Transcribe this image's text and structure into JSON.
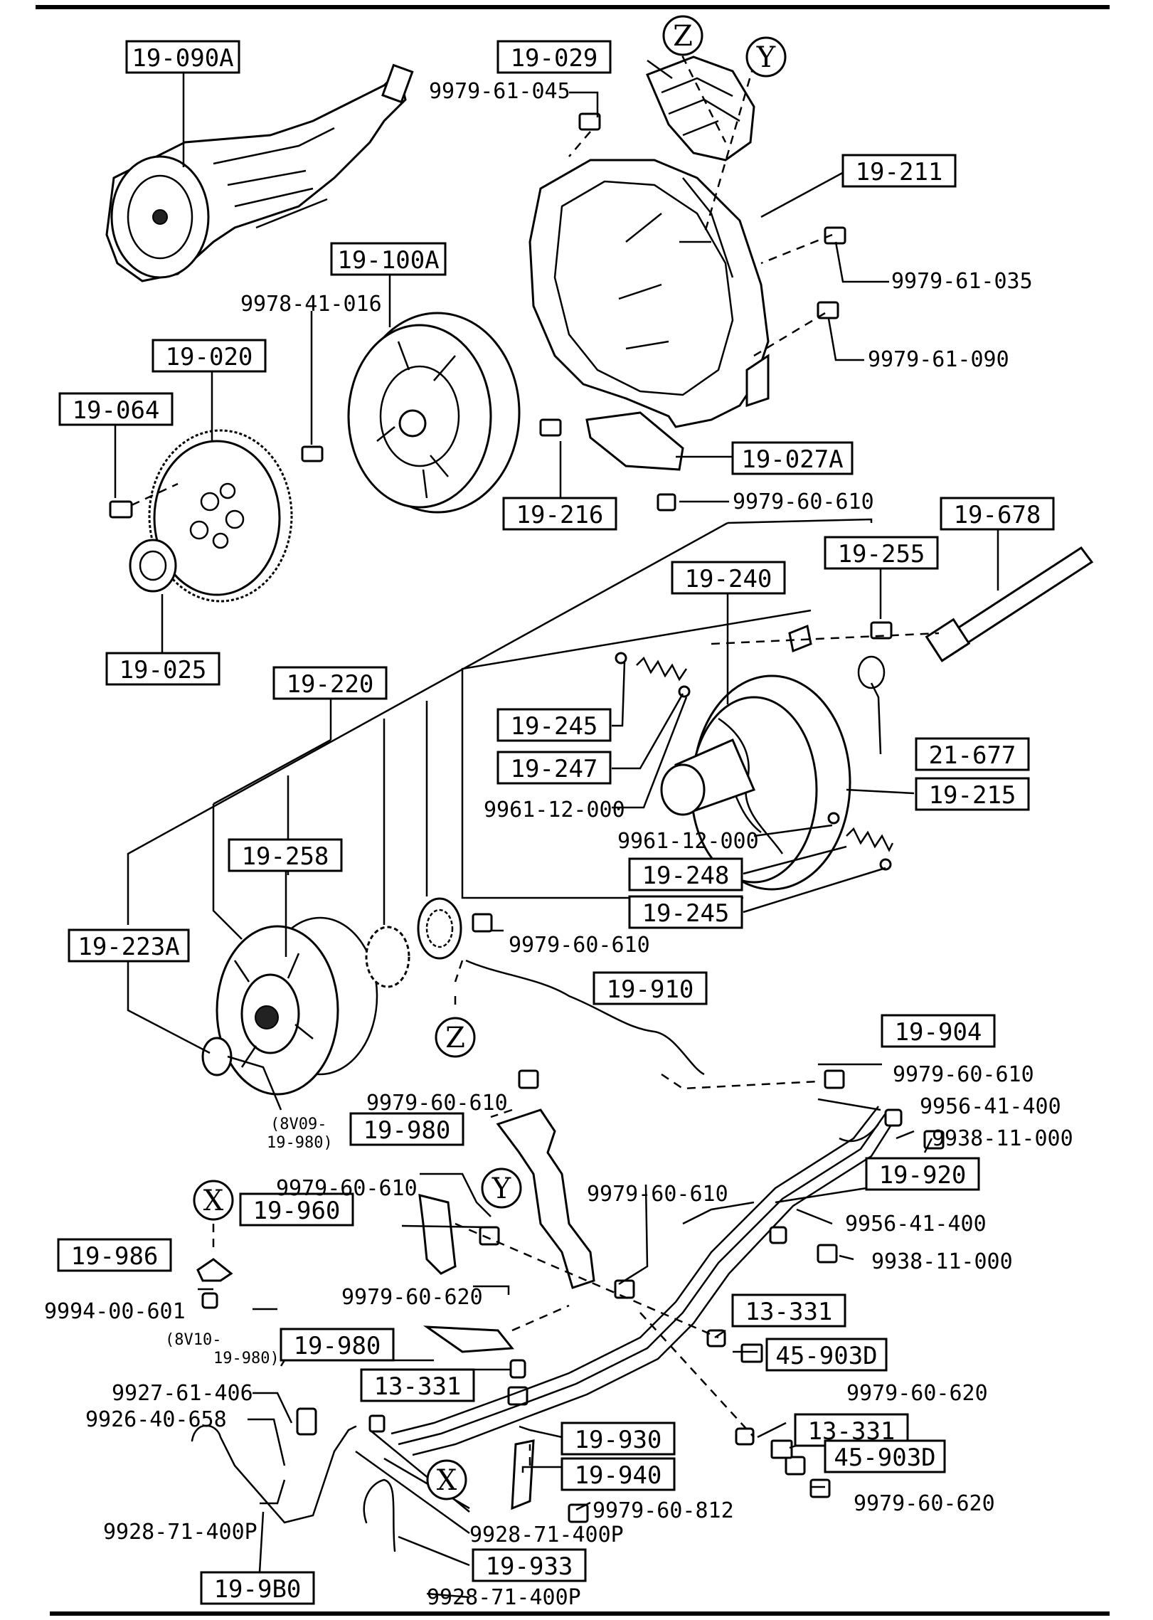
{
  "boxed_part_numbers": {
    "p19_090A": "19-090A",
    "p19_029": "19-029",
    "p19_211": "19-211",
    "p19_100A": "19-100A",
    "p19_020": "19-020",
    "p19_064": "19-064",
    "p19_027A": "19-027A",
    "p19_216": "19-216",
    "p19_678": "19-678",
    "p19_255": "19-255",
    "p19_240": "19-240",
    "p19_025": "19-025",
    "p19_220": "19-220",
    "p19_245a": "19-245",
    "p21_677": "21-677",
    "p19_247": "19-247",
    "p19_215": "19-215",
    "p19_258": "19-258",
    "p19_248": "19-248",
    "p19_245b": "19-245",
    "p19_223A": "19-223A",
    "p19_910": "19-910",
    "p19_904": "19-904",
    "p19_980a": "19-980",
    "p19_920": "19-920",
    "p19_960": "19-960",
    "p19_986": "19-986",
    "p13_331a": "13-331",
    "p19_980b": "19-980",
    "p45_903Da": "45-903D",
    "p13_331b": "13-331",
    "p13_331c": "13-331",
    "p19_930": "19-930",
    "p45_903Db": "45-903D",
    "p19_940": "19-940",
    "p19_933": "19-933",
    "p19_9B0": "19-9B0"
  },
  "fastener_numbers": {
    "n9979_61_045": "9979-61-045",
    "n9979_61_035": "9979-61-035",
    "n9978_41_016": "9978-41-016",
    "n9979_61_090": "9979-61-090",
    "n9979_60_610_top": "9979-60-610",
    "n9961_12_000a": "9961-12-000",
    "n9961_12_000b": "9961-12-000",
    "n9979_60_610_b": "9979-60-610",
    "n9979_60_610_c": "9979-60-610",
    "n9979_60_610_d": "9979-60-610",
    "n9956_41_400a": "9956-41-400",
    "n9938_11_000a": "9938-11-000",
    "n9979_60_610_e": "9979-60-610",
    "n9979_60_610_f": "9979-60-610",
    "n9956_41_400b": "9956-41-400",
    "n9938_11_000b": "9938-11-000",
    "n9979_60_620a": "9979-60-620",
    "n9994_00_601": "9994-00-601",
    "n9979_60_620b": "9979-60-620",
    "n9927_61_406": "9927-61-406",
    "n9926_40_658": "9926-40-658",
    "n9979_60_620c": "9979-60-620",
    "n9979_60_812": "9979-60-812",
    "n9928_71_400P_a": "9928-71-400P",
    "n9928_71_400P_b": "9928-71-400P",
    "n9928_71_400P_c": "9928-71-400P"
  },
  "variant_notes": {
    "bv09_line1": "(8V09-",
    "bv09_line2": "19-980)",
    "bv10_line1": "(8V10-",
    "bv10_line2": "19-980)"
  },
  "reference_markers": {
    "z_top": "Z",
    "y_top": "Y",
    "z_mid": "Z",
    "y_mid": "Y",
    "x_left": "X",
    "x_bottom": "X"
  }
}
